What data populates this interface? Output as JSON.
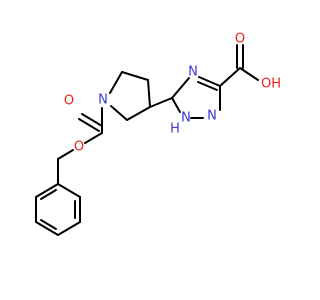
{
  "diagram": {
    "type": "chemical-structure",
    "atom_colors": {
      "N": "#3a3acd",
      "O": "#e8221c",
      "C": "#000000"
    },
    "atom_labels": {
      "pyrrolidine_n": "N",
      "carbamate_carbonyl_o": "O",
      "ester_o": "O",
      "triazole_n4": "N",
      "triazole_n2": "N",
      "triazole_nh": "N",
      "triazole_nh_h": "H",
      "acid_carbonyl_o": "O",
      "acid_oh": "OH"
    }
  }
}
